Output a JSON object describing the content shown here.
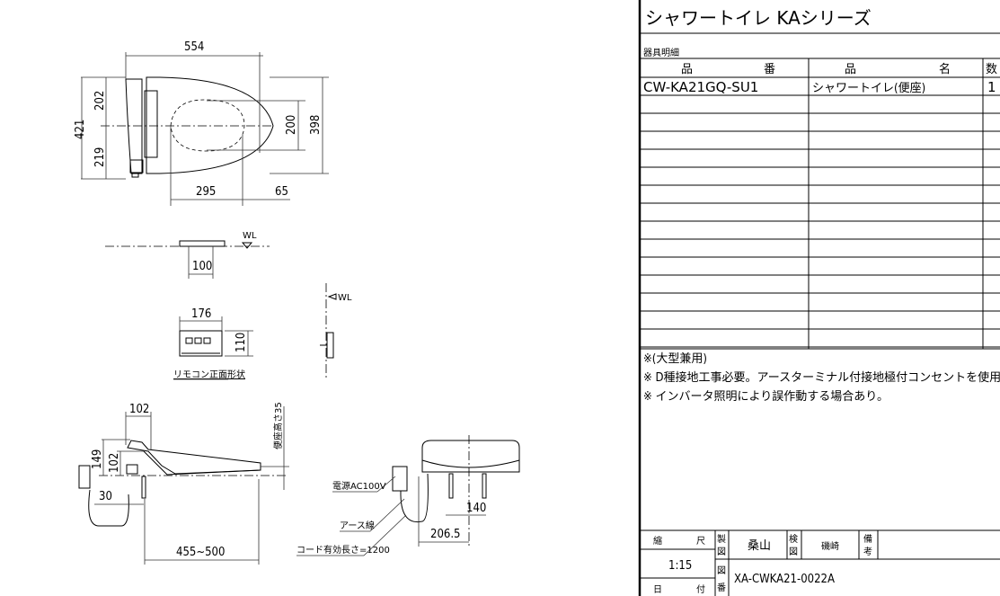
{
  "title_block": {
    "title": "シャワートイレ KAシリーズ",
    "section_label": "器具明細",
    "columns": {
      "part_no_a": "品",
      "part_no_b": "番",
      "name_a": "品",
      "name_b": "名",
      "qty": "数"
    },
    "rows": [
      {
        "part_no": "CW-KA21GQ-SU1",
        "name": "シャワートイレ(便座)",
        "qty": "1"
      }
    ],
    "notes": [
      "※(大型兼用)",
      "※ D種接地工事必要。アースターミナル付接地極付コンセントを使用のこと。",
      "※ インバータ照明により誤作動する場合あり。"
    ],
    "footer": {
      "scale_label_a": "縮",
      "scale_label_b": "尺",
      "scale_value": "1:15",
      "date_label_a": "日",
      "date_label_b": "付",
      "drawn_label_a": "製",
      "drawn_label_b": "図",
      "drawn_by": "桑山",
      "checked_label_a": "検",
      "checked_label_b": "図",
      "checked_by": "磯崎",
      "remarks_label_a": "備",
      "remarks_label_b": "考",
      "drawing_no_label_a": "図",
      "drawing_no_label_b": "番",
      "drawing_no": "XA-CWKA21-0022A"
    }
  },
  "drawing": {
    "plan_dims": {
      "width": "554",
      "front_rear_total": "421",
      "upper": "202",
      "lower": "219",
      "opening": "200",
      "seat_width": "398",
      "opening_pos": "295",
      "front_offset": "65"
    },
    "remote_side": {
      "wl": "WL",
      "dim": "100"
    },
    "remote_front": {
      "width": "176",
      "height": "110",
      "caption": "リモコン正面形状"
    },
    "remote_wall": {
      "wl": "WL"
    },
    "side_view": {
      "dim_top": "102",
      "height_total": "149",
      "height_inner": "102",
      "offset": "30",
      "range": "455~500",
      "seat_height": "便座高さ35"
    },
    "rear_view": {
      "power": "電源AC100V",
      "earth": "アース線",
      "cord": "コード有効長さ=1200",
      "bolt_pitch": "140",
      "offset": "206.5"
    }
  }
}
